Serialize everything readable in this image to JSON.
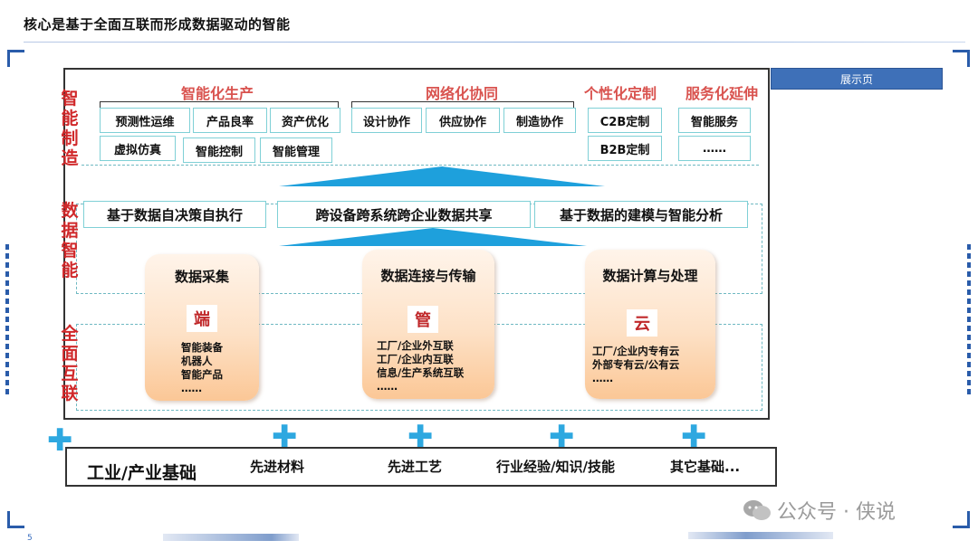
{
  "page": {
    "title": "核心是基于全面互联而形成数据驱动的智能",
    "page_number": "5",
    "show_button": "展示页",
    "watermark": "公众号 · 侠说"
  },
  "layers": {
    "manufacturing": "智能制造",
    "data_intelligence": "数据智能",
    "interconnection": "全面互联"
  },
  "categories": {
    "production": {
      "label": "智能化生产",
      "items": [
        "预测性运维",
        "产品良率",
        "资产优化",
        "虚拟仿真",
        "智能控制",
        "智能管理"
      ]
    },
    "collaboration": {
      "label": "网络化协同",
      "items": [
        "设计协作",
        "供应协作",
        "制造协作"
      ]
    },
    "customization": {
      "label": "个性化定制",
      "items": [
        "C2B定制",
        "B2B定制"
      ]
    },
    "service": {
      "label": "服务化延伸",
      "items": [
        "智能服务",
        "……"
      ]
    }
  },
  "data_bars": [
    "基于数据自决策自执行",
    "跨设备跨系统跨企业数据共享",
    "基于数据的建模与智能分析"
  ],
  "cards": [
    {
      "title": "数据采集",
      "char": "端",
      "lines": [
        "智能装备",
        "机器人",
        "智能产品",
        "……"
      ]
    },
    {
      "title": "数据连接与传输",
      "char": "管",
      "lines": [
        "工厂/企业外互联",
        "工厂/企业内互联",
        "信息/生产系统互联",
        "……"
      ]
    },
    {
      "title": "数据计算与处理",
      "char": "云",
      "lines": [
        "工厂/企业内专有云",
        "外部专有云/公有云",
        "……"
      ]
    }
  ],
  "foundation": {
    "label": "工业/产业基础",
    "items": [
      "先进材料",
      "先进工艺",
      "行业经验/知识/技能",
      "其它基础..."
    ]
  },
  "colors": {
    "accent_red": "#d0282a",
    "frame_blue": "#2a5caa",
    "plus_blue": "#2ea8e0",
    "card_orange": "#fbc796",
    "box_border": "#7fd0d6"
  }
}
